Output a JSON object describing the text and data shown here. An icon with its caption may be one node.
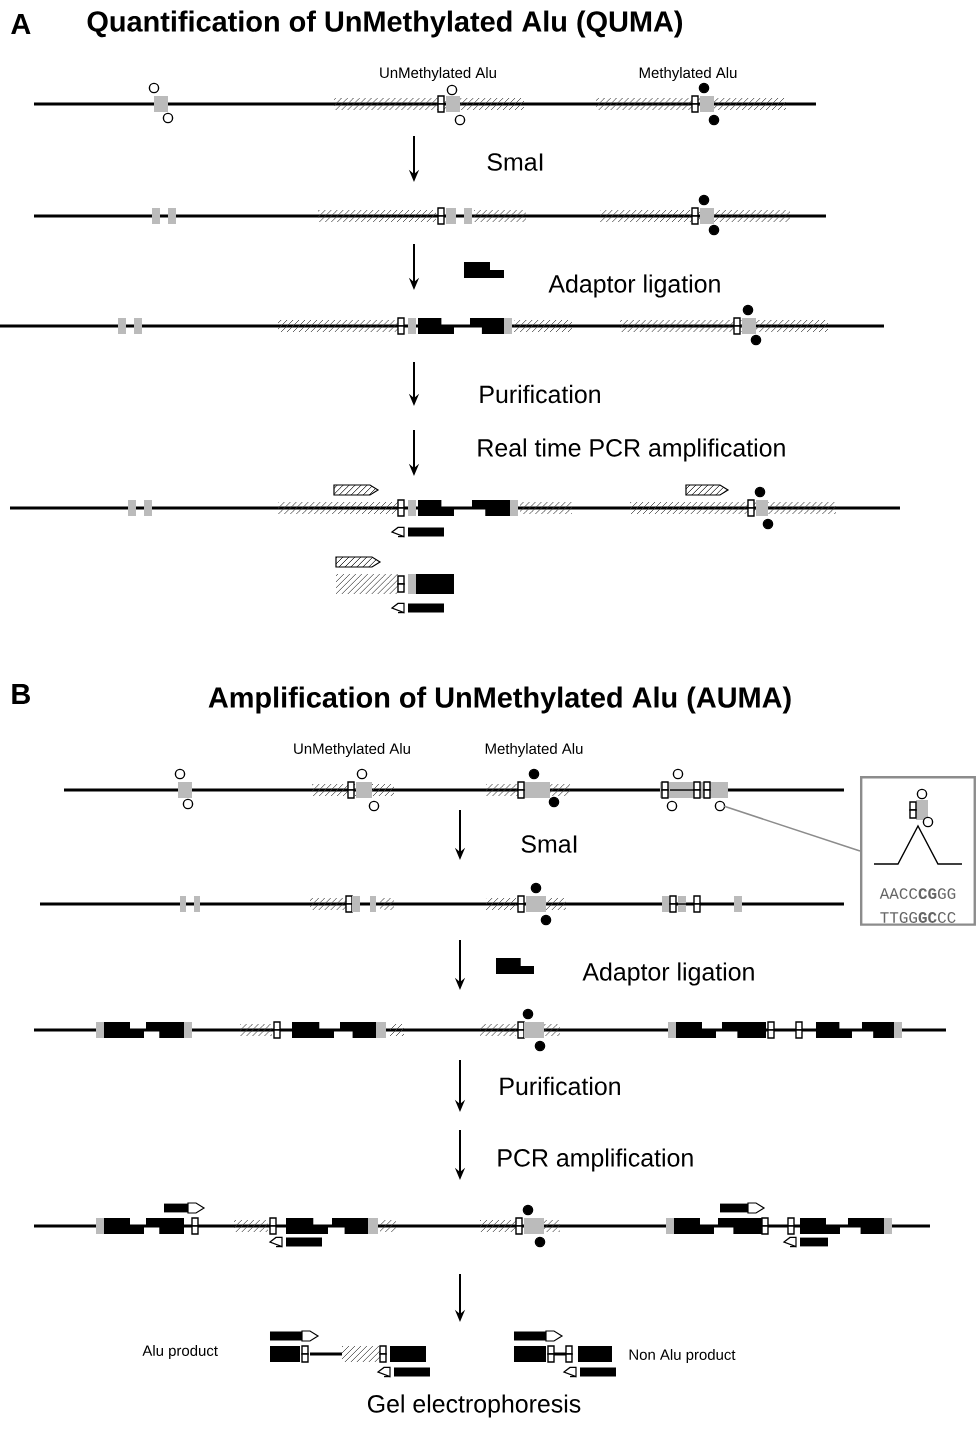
{
  "diagram": {
    "nodes": [
      {
        "text": [
          "AACC**CG**GG",
          "TTGG**GC**CC"
        ]
      },
      {
        "text": [],
        "shape": "picture"
      }
    ],
    "edges": [
      {
        "from": 0,
        "to": 1,
        "arrow": "none"
      }
    ],
    "labels": [
      "A",
      "Quantification of UnMethylated Alu (QUMA)",
      "UnMethylated Alu",
      "Methylated Alu",
      "SmaI",
      "Adaptor ligation",
      "Purification",
      "Real time PCR amplification",
      "B",
      "Amplification of UnMethylated Alu (AUMA)",
      "UnMethylated Alu",
      "Methylated Alu",
      "SmaI",
      "Adaptor ligation",
      "Purification",
      "PCR amplification",
      "Alu product",
      "Non Alu product",
      "Gel electrophoresis"
    ]
  }
}
